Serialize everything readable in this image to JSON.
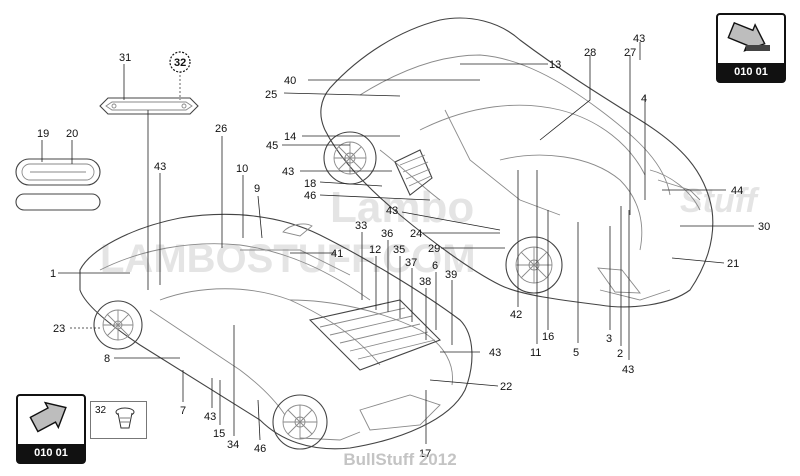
{
  "callouts": {
    "n31": "31",
    "n32a": "32",
    "n19": "19",
    "n20": "20",
    "n26": "26",
    "n43a": "43",
    "n10": "10",
    "n9": "9",
    "n1": "1",
    "n23": "23",
    "n8": "8",
    "n7": "7",
    "n43b": "43",
    "n15": "15",
    "n34": "34",
    "n46a": "46",
    "n33": "33",
    "n36": "36",
    "n12": "12",
    "n35": "35",
    "n37": "37",
    "n6": "6",
    "n38": "38",
    "n39": "39",
    "n41": "41",
    "n24": "24",
    "n29": "29",
    "n43c": "43",
    "n22": "22",
    "n17": "17",
    "n42": "42",
    "n11": "11",
    "n16": "16",
    "n5": "5",
    "n3": "3",
    "n2": "2",
    "n43d": "43",
    "n40": "40",
    "n25": "25",
    "n13": "13",
    "n28": "28",
    "n27": "27",
    "n43e": "43",
    "n4": "4",
    "n14": "14",
    "n45": "45",
    "n43f": "43",
    "n18": "18",
    "n46b": "46",
    "n43g": "43",
    "n44": "44",
    "n30": "30",
    "n21": "21",
    "n32b": "32"
  },
  "nav": {
    "top_right_label": "010 01",
    "bottom_left_label": "010 01"
  },
  "watermark": {
    "line1": "Lambo",
    "line2": "LAMBOSTUFF.COM",
    "script": "Stuff"
  },
  "footer": {
    "text": "BullStuff 2012"
  }
}
